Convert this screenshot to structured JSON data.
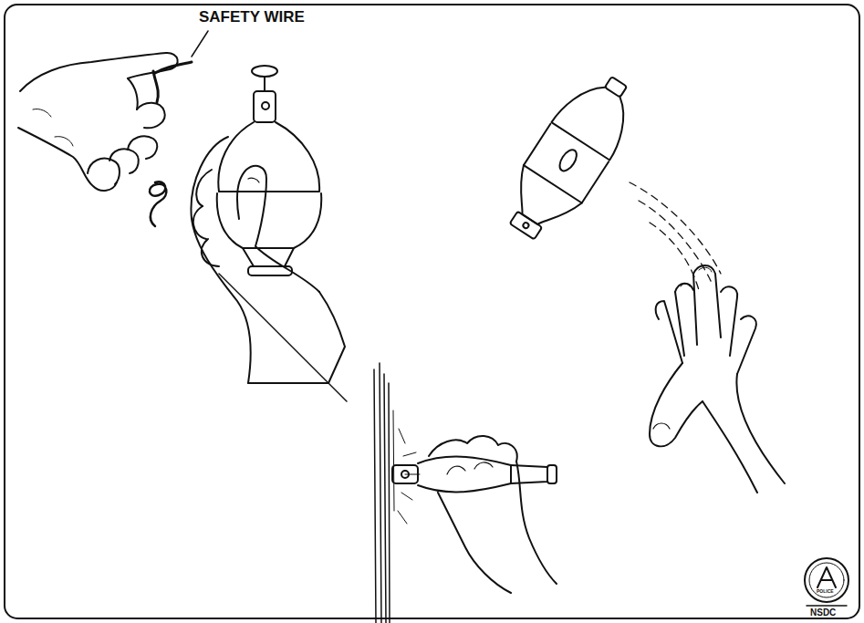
{
  "diagram": {
    "labels": [
      "SAFETY WIRE",
      "POLICE",
      "NSDC"
    ]
  }
}
